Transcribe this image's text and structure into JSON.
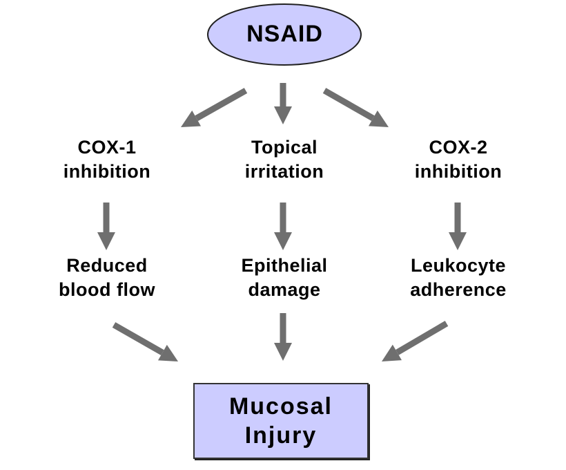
{
  "colors": {
    "node_fill": "#ccccff",
    "node_border": "#222222",
    "arrow": "#6f6f6f",
    "text": "#000000",
    "background": "#ffffff"
  },
  "nodes": {
    "nsaid": {
      "label": "NSAID",
      "shape": "ellipse"
    },
    "cox1": {
      "lines": [
        "COX-1",
        "inhibition"
      ]
    },
    "topical": {
      "lines": [
        "Topical",
        "irritation"
      ]
    },
    "cox2": {
      "lines": [
        "COX-2",
        "inhibition"
      ]
    },
    "blood_flow": {
      "lines": [
        "Reduced",
        "blood flow"
      ]
    },
    "epithelial": {
      "lines": [
        "Epithelial",
        "damage"
      ]
    },
    "leukocyte": {
      "lines": [
        "Leukocyte",
        "adherence"
      ]
    },
    "injury": {
      "lines": [
        "Mucosal",
        "Injury"
      ],
      "shape": "rectangle"
    }
  },
  "edges": [
    {
      "from": "nsaid",
      "to": "cox1"
    },
    {
      "from": "nsaid",
      "to": "topical"
    },
    {
      "from": "nsaid",
      "to": "cox2"
    },
    {
      "from": "cox1",
      "to": "blood_flow"
    },
    {
      "from": "topical",
      "to": "epithelial"
    },
    {
      "from": "cox2",
      "to": "leukocyte"
    },
    {
      "from": "blood_flow",
      "to": "injury"
    },
    {
      "from": "epithelial",
      "to": "injury"
    },
    {
      "from": "leukocyte",
      "to": "injury"
    }
  ]
}
